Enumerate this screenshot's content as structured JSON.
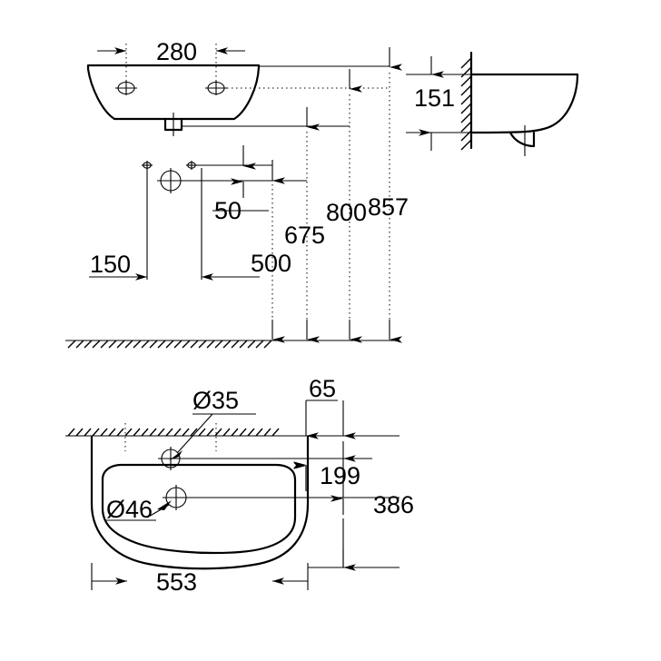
{
  "document": {
    "type": "technical-drawing",
    "subject": "wall-hung washbasin dimension drawing",
    "units": "mm",
    "background_color": "#ffffff",
    "line_color": "#000000"
  },
  "views": {
    "front": {
      "name": "front-elevation"
    },
    "side": {
      "name": "side-elevation"
    },
    "plan": {
      "name": "plan-view"
    }
  },
  "dimensions": {
    "front_tap_spacing": "280",
    "side_height": "151",
    "trap_height": "50",
    "height_500": "500",
    "height_675": "675",
    "height_800": "800",
    "height_857": "857",
    "offset_150": "150",
    "plan_offset_65": "65",
    "plan_depth_199": "199",
    "plan_depth_386": "386",
    "plan_width_553": "553",
    "hole_tap_dia": "Ø35",
    "hole_waste_dia": "Ø46"
  }
}
